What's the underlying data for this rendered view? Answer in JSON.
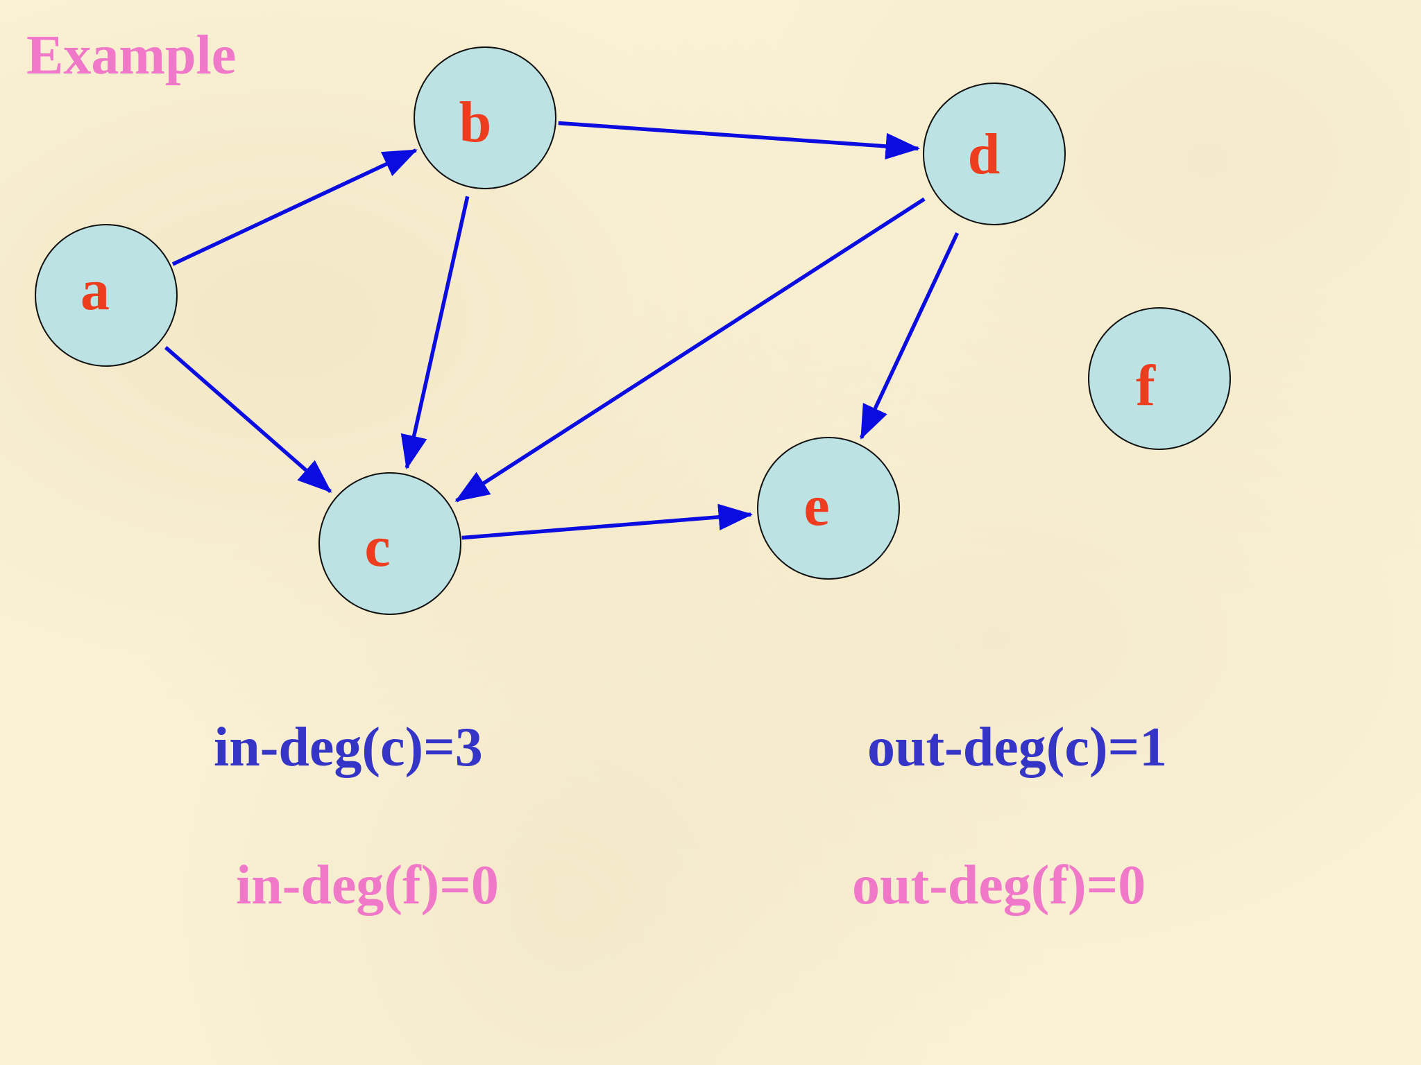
{
  "title": "Example",
  "colors": {
    "node_fill": "#bde2e3",
    "node_stroke": "#111111",
    "node_label": "#ee3c1e",
    "edge": "#0b0de0",
    "title": "#f078c8",
    "stats_c": "#3434c6",
    "stats_f": "#f078c8"
  },
  "nodes": [
    {
      "id": "a",
      "label": "a"
    },
    {
      "id": "b",
      "label": "b"
    },
    {
      "id": "c",
      "label": "c"
    },
    {
      "id": "d",
      "label": "d"
    },
    {
      "id": "e",
      "label": "e"
    },
    {
      "id": "f",
      "label": "f"
    }
  ],
  "edges": [
    {
      "from": "a",
      "to": "b"
    },
    {
      "from": "a",
      "to": "c"
    },
    {
      "from": "b",
      "to": "c"
    },
    {
      "from": "b",
      "to": "d"
    },
    {
      "from": "d",
      "to": "c"
    },
    {
      "from": "d",
      "to": "e"
    },
    {
      "from": "c",
      "to": "e"
    }
  ],
  "stats": {
    "in_deg_c": "in-deg(c)=3",
    "out_deg_c": "out-deg(c)=1",
    "in_deg_f": "in-deg(f)=0",
    "out_deg_f": "out-deg(f)=0"
  }
}
